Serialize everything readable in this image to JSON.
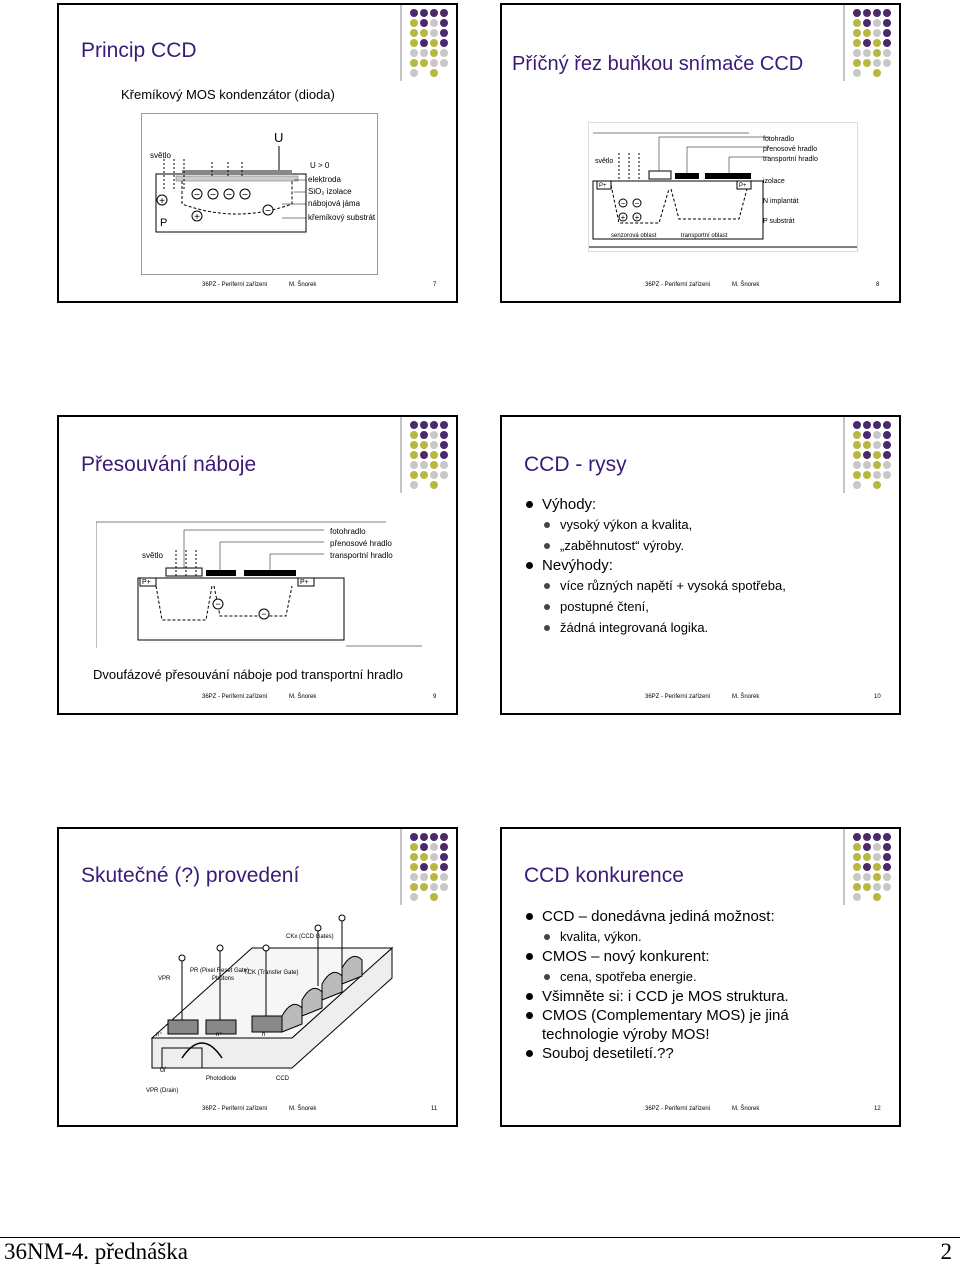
{
  "slides": [
    {
      "title": "Princip CCD",
      "subtitle": "Křemíkový MOS kondenzátor (dioda)",
      "footer_course": "36PZ - Periferní zařízení",
      "footer_author": "M. Šnorek",
      "page": "7",
      "figure_labels": {
        "light": "světlo",
        "u": "U",
        "u_gt0": "U > 0",
        "electrode": "elektroda",
        "sio2": "SiO₂ izolace",
        "well": "nábojová jáma",
        "substrate": "křemíkový substrát",
        "p": "P"
      }
    },
    {
      "title": "Příčný řez buňkou snímače CCD",
      "footer_course": "36PZ - Periferní zařízení",
      "footer_author": "M. Šnorek",
      "page": "8",
      "figure_labels": {
        "photogate": "fotohradlo",
        "transfer_gate": "přenosové hradlo",
        "transport_gate": "transportní hradlo",
        "isolation": "izolace",
        "light": "světlo",
        "p_plus": "P+",
        "n_implant": "N implantát",
        "p_substrate": "P substrát",
        "sensor_area": "senzorová oblast",
        "transport_area": "transportní oblast"
      }
    },
    {
      "title": "Přesouvání náboje",
      "caption": "Dvoufázové přesouvání náboje pod transportní hradlo",
      "footer_course": "36PZ - Periferní zařízení",
      "footer_author": "M. Šnorek",
      "page": "9",
      "figure_labels": {
        "photogate": "fotohradlo",
        "transfer_gate": "přenosové hradlo",
        "transport_gate": "transportní hradlo",
        "light": "světlo",
        "p_plus": "P+"
      }
    },
    {
      "title": "CCD - rysy",
      "footer_course": "36PZ - Periferní zařízení",
      "footer_author": "M. Šnorek",
      "page": "10",
      "bullets": [
        {
          "level": 1,
          "text": "Výhody:"
        },
        {
          "level": 2,
          "text": "vysoký výkon a kvalita,"
        },
        {
          "level": 2,
          "text": "„zaběhnutost“ výroby."
        },
        {
          "level": 1,
          "text": "Nevýhody:"
        },
        {
          "level": 2,
          "text": "více různých napětí + vysoká spotřeba,"
        },
        {
          "level": 2,
          "text": "postupné čtení,"
        },
        {
          "level": 2,
          "text": "žádná integrovaná logika."
        }
      ]
    },
    {
      "title": "Skutečné (?) provedení",
      "footer_course": "36PZ - Periferní zařízení",
      "footer_author": "M. Šnorek",
      "page": "11",
      "figure_labels": {
        "vpr": "VPR",
        "pr": "PR (Pixel Reset Gate)",
        "photons": "Photons",
        "tck": "TCK (Transfer Gate)",
        "cx": "CKx (CCD Gates)",
        "n_plus": "n⁺",
        "n": "n",
        "photodiode": "Photodiode",
        "ccd": "CCD",
        "vpr_drain": "VPR (Drain)",
        "zero": "0/"
      }
    },
    {
      "title": "CCD konkurence",
      "footer_course": "36PZ - Periferní zařízení",
      "footer_author": "M. Šnorek",
      "page": "12",
      "bullets": [
        {
          "level": 1,
          "text": "CCD – donedávna jediná možnost:"
        },
        {
          "level": 2,
          "text": "kvalita, výkon."
        },
        {
          "level": 1,
          "text": "CMOS – nový konkurent:"
        },
        {
          "level": 2,
          "text": "cena, spotřeba energie."
        },
        {
          "level": 1,
          "text": "Všimněte si: i CCD je MOS struktura."
        },
        {
          "level": 1,
          "text": "CMOS (Complementary MOS) je jiná technologie výroby MOS!"
        },
        {
          "level": 1,
          "text": "Souboj desetiletí.??"
        }
      ]
    }
  ],
  "page_footer": {
    "left": "36NM-4. přednáška",
    "right": "2"
  },
  "colors": {
    "title": "#3a1a78",
    "dot_purple": "#4a2a6a",
    "dot_olive": "#b8b840",
    "dot_gray": "#c8c8c8"
  }
}
